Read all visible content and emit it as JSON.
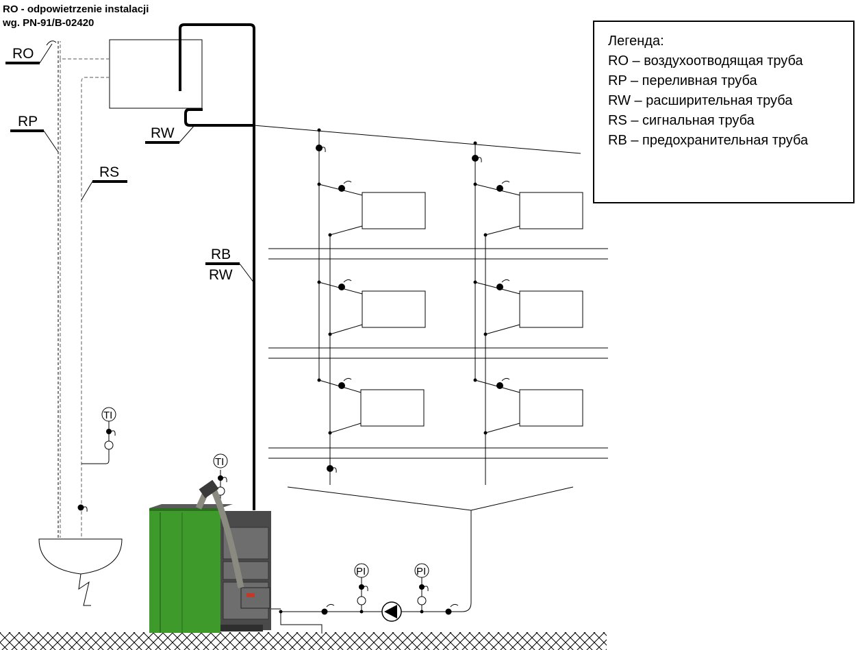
{
  "title_note": {
    "line1": "RO - odpowietrzenie instalacji",
    "line2": "wg. PN-91/B-02420"
  },
  "legend": {
    "heading": "Легенда:",
    "items": [
      "RO – воздухоотводящая труба",
      "RP – переливная труба",
      "RW – расширительная труба",
      "RS – сигнальная труба",
      "RB – предохранительная труба"
    ]
  },
  "labels": {
    "ro": "RO",
    "rp": "RP",
    "rs": "RS",
    "rw": "RW",
    "rb": "RB",
    "rw2": "RW"
  },
  "gauges": {
    "ti_left": "TI",
    "ti_boiler": "TI",
    "pi_left": "PI",
    "pi_right": "PI"
  },
  "colors": {
    "line": "#000000",
    "boiler_green": "#3f9a2c",
    "boiler_gray": "#4a4a4a"
  }
}
